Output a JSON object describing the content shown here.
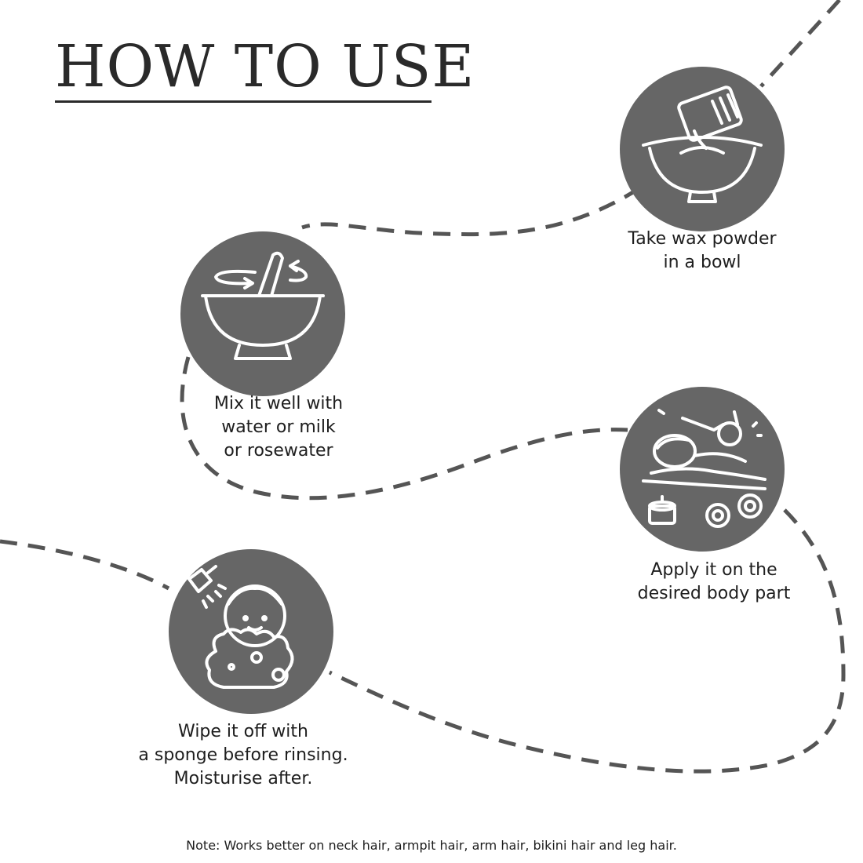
{
  "title": "HOW TO USE",
  "colors": {
    "circle": "#666666",
    "path": "#555555",
    "text": "#1e1e1e",
    "icon_stroke": "#ffffff"
  },
  "steps": [
    {
      "icon": "pour-powder-bowl-icon",
      "lines": [
        "Take wax powder",
        "in a bowl"
      ]
    },
    {
      "icon": "mixing-bowl-icon",
      "lines": [
        "Mix it well with",
        "water or milk",
        "or rosewater"
      ]
    },
    {
      "icon": "spa-massage-icon",
      "lines": [
        "Apply it on the",
        "desired body part"
      ]
    },
    {
      "icon": "shower-sponge-icon",
      "lines": [
        "Wipe it off with",
        "a sponge before rinsing.",
        "Moisturise after."
      ]
    }
  ],
  "note": "Note: Works better on neck hair, armpit hair, arm hair, bikini hair and leg hair."
}
